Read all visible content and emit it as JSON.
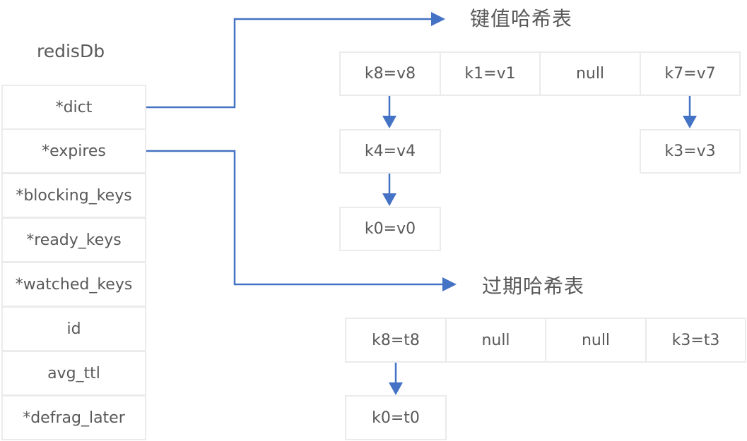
{
  "redis_db": {
    "title": "redisDb",
    "fields": [
      "*dict",
      "*expires",
      "*blocking_keys",
      "*ready_keys",
      "*watched_keys",
      "id",
      "avg_ttl",
      "*defrag_later"
    ]
  },
  "dict_table": {
    "title": "键值哈希表",
    "buckets": [
      "k8=v8",
      "k1=v1",
      "null",
      "k7=v7"
    ],
    "chain_k8": [
      "k4=v4",
      "k0=v0"
    ],
    "chain_k7": [
      "k3=v3"
    ]
  },
  "expires_table": {
    "title": "过期哈希表",
    "buckets": [
      "k8=t8",
      "null",
      "null",
      "k3=t3"
    ],
    "chain_k8": [
      "k0=t0"
    ]
  },
  "colors": {
    "arrow": "#4472c4",
    "border": "#ebebeb",
    "text": "#595959"
  }
}
